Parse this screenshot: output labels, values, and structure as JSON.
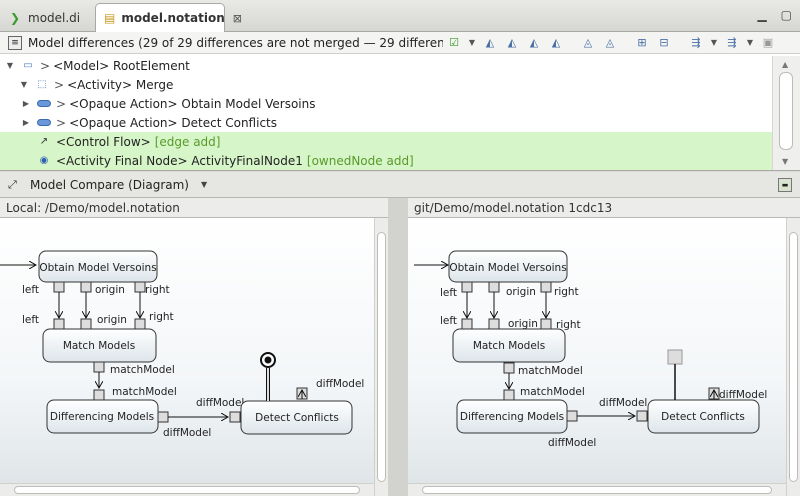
{
  "tabs": [
    {
      "label": "model.di",
      "icon": "model-di-icon",
      "active": false
    },
    {
      "label": "model.notation",
      "icon": "notation-file-icon",
      "active": true,
      "close": "⊠"
    }
  ],
  "diff": {
    "header": "Model differences  (29 of 29 differences are not merged — 29 differenc",
    "tree": [
      {
        "indent": 0,
        "arrow": "▼",
        "icon": "model-icon",
        "prefix": ">",
        "label": "<Model> RootElement",
        "tag": "",
        "highlight": false
      },
      {
        "indent": 1,
        "arrow": "▼",
        "icon": "activity-icon",
        "prefix": ">",
        "label": "<Activity> Merge",
        "tag": "",
        "highlight": false
      },
      {
        "indent": 2,
        "arrow": "▶",
        "icon": "opaque-action-icon",
        "prefix": ">",
        "label": "<Opaque Action> Obtain Model Versoins",
        "tag": "",
        "highlight": false
      },
      {
        "indent": 2,
        "arrow": "▶",
        "icon": "opaque-action-icon",
        "prefix": ">",
        "label": "<Opaque Action> Detect Conflicts",
        "tag": "",
        "highlight": false
      },
      {
        "indent": 2,
        "arrow": "",
        "icon": "control-flow-icon",
        "prefix": "",
        "label": "<Control Flow>",
        "tag": "[edge add]",
        "highlight": true
      },
      {
        "indent": 2,
        "arrow": "",
        "icon": "final-node-icon",
        "prefix": "",
        "label": "<Activity Final Node> ActivityFinalNode1",
        "tag": "[ownedNode add]",
        "highlight": true
      }
    ]
  },
  "compare": {
    "title": "Model Compare (Diagram)"
  },
  "left": {
    "title": "Local: /Demo/model.notation",
    "nodes": {
      "obtain": "Obtain Model Versoins",
      "match": "Match Models",
      "differencing": "Differencing Models",
      "detect": "Detect Conflicts"
    },
    "pins": {
      "left_out": "left",
      "origin_out": "origin",
      "right_out": "right",
      "left_in": "left",
      "origin_in": "origin",
      "right_in": "right",
      "matchModel_out": "matchModel",
      "matchModel_in": "matchModel",
      "diffModel_out": "diffModel",
      "diffModel_in": "diffModel",
      "diffModel_top": "diffModel"
    }
  },
  "right": {
    "title": "git/Demo/model.notation 1cdc13",
    "nodes": {
      "obtain": "Obtain Model Versoins",
      "match": "Match Models",
      "differencing": "Differencing Models",
      "detect": "Detect Conflicts"
    },
    "pins": {
      "left_out": "left",
      "origin_out": "origin",
      "right_out": "right",
      "left_in": "left",
      "origin_in": "origin",
      "right_in": "right",
      "matchModel_out": "matchModel",
      "matchModel_in": "matchModel",
      "diffModel_out": "diffModel",
      "diffModel_in": "diffModel",
      "diffModel_top": "diffModel"
    }
  }
}
